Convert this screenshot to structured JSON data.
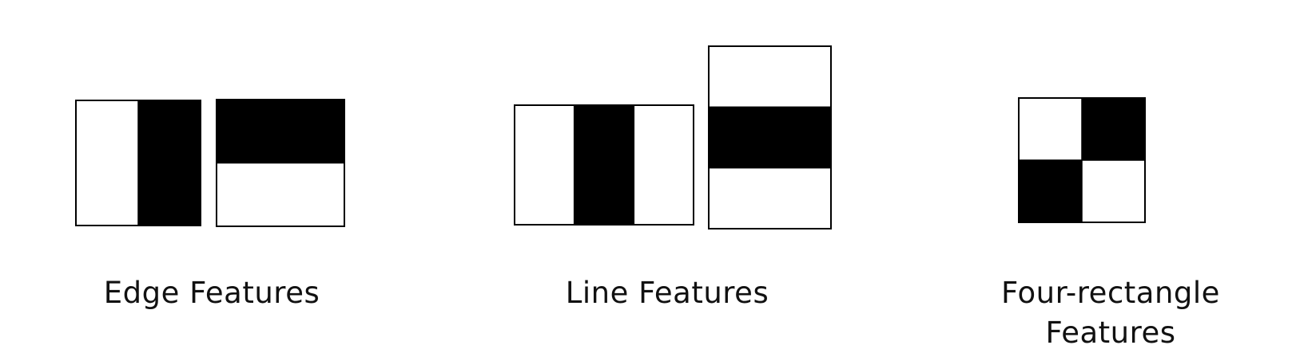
{
  "colors": {
    "background": "#ffffff",
    "dark": "#000000",
    "light": "#ffffff",
    "outline": "#000000"
  },
  "groups": [
    {
      "id": "edge",
      "caption_lines": [
        "Edge Features"
      ],
      "features": [
        {
          "name": "vertical-edge-feature",
          "orientation": "vertical",
          "pattern": [
            "light",
            "dark"
          ]
        },
        {
          "name": "horizontal-edge-feature",
          "orientation": "horizontal",
          "pattern": [
            "dark",
            "light"
          ]
        }
      ]
    },
    {
      "id": "line",
      "caption_lines": [
        "Line Features"
      ],
      "features": [
        {
          "name": "vertical-line-feature",
          "orientation": "vertical",
          "pattern": [
            "light",
            "dark",
            "light"
          ]
        },
        {
          "name": "horizontal-line-feature",
          "orientation": "horizontal",
          "pattern": [
            "light",
            "dark",
            "light"
          ]
        }
      ]
    },
    {
      "id": "four",
      "caption_lines": [
        "Four-rectangle",
        "Features"
      ],
      "features": [
        {
          "name": "four-rectangle-feature",
          "orientation": "grid",
          "pattern": [
            "light",
            "dark",
            "dark",
            "light"
          ]
        }
      ]
    }
  ]
}
